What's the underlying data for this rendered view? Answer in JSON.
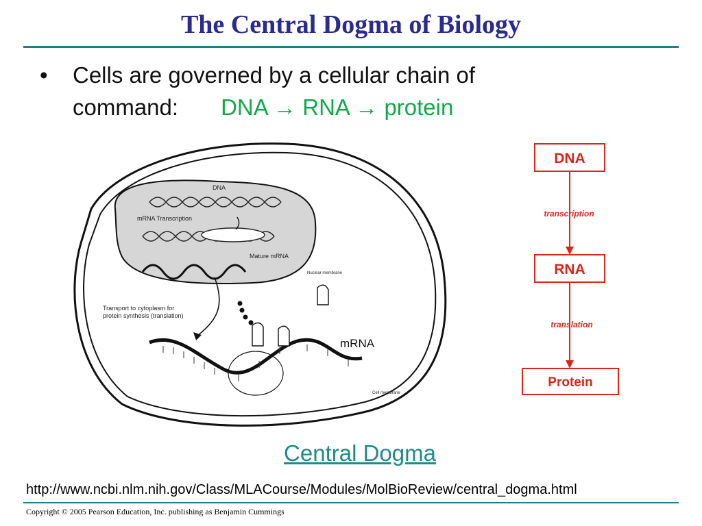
{
  "slide": {
    "title": "The Central Dogma of Biology",
    "bullet_symbol": "•",
    "bullet_text_line1": "Cells are governed by a cellular chain of",
    "bullet_text_line2": "command:",
    "dogma_inline": "DNA → RNA → protein",
    "caption_link": "Central Dogma",
    "url": "http://www.ncbi.nlm.nih.gov/Class/MLACourse/Modules/MolBioReview/central_dogma.html",
    "copyright": "Copyright © 2005 Pearson Education, Inc. publishing as Benjamin Cummings"
  },
  "cell_diagram": {
    "labels": {
      "dna": "DNA",
      "transcription": "mRNA Transcription",
      "mature_mrna": "Mature mRNA",
      "nuclear_membrane": "Nuclear membrane",
      "transport_line1": "Transport to cytoplasm for",
      "transport_line2": "protein synthesis (translation)",
      "mrna": "mRNA",
      "cell_membrane": "Cell membrane"
    }
  },
  "flow_diagram": {
    "box_dna": "DNA",
    "step_transcription": "transcription",
    "box_rna": "RNA",
    "step_translation": "translation",
    "box_protein": "Protein",
    "color": "#d9261c"
  },
  "colors": {
    "title": "#2a2a8f",
    "rule": "#1f7f86",
    "dogma_green": "#12a84a",
    "link": "#1f8a8a"
  }
}
